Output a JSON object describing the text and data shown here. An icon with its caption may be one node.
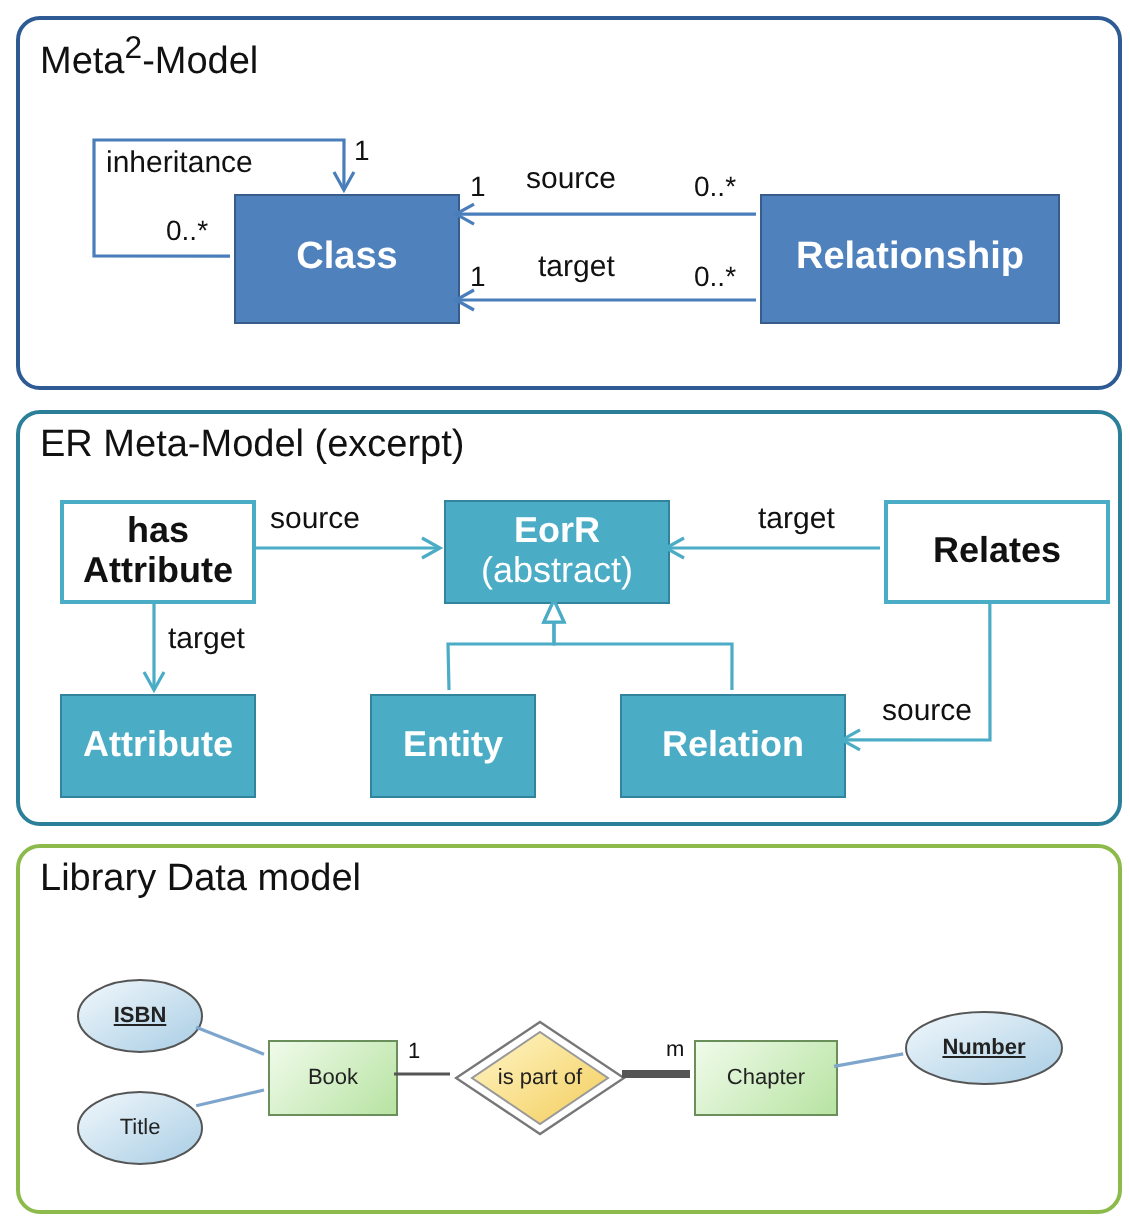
{
  "diagram": {
    "nodes": [
      {
        "text": [
          "Meta$^{2}$-Model"
        ]
      },
      {
        "text": [
          "Class"
        ],
        "in": 0
      },
      {
        "text": [
          "Relationship"
        ],
        "in": 0
      },
      {
        "text": [
          "ER Meta-Model (excerpt)"
        ]
      },
      {
        "text": [
          "has Attribute"
        ],
        "in": 3
      },
      {
        "text": [
          "EorR",
          "(abstract)"
        ],
        "in": 3
      },
      {
        "text": [
          "Relates"
        ],
        "in": 3
      },
      {
        "text": [
          "Attribute"
        ],
        "in": 3
      },
      {
        "text": [
          "Entity"
        ],
        "in": 3
      },
      {
        "text": [
          "Relation"
        ],
        "in": 3
      },
      {
        "text": [
          "Library Data model"
        ]
      },
      {
        "text": [
          "ISBN"
        ],
        "in": 10
      },
      {
        "text": [
          "Title"
        ],
        "in": 10
      },
      {
        "text": [
          "Book"
        ],
        "in": 10
      },
      {
        "text": [
          "is part of"
        ],
        "in": 10
      },
      {
        "text": [
          "Chapter"
        ],
        "in": 10
      },
      {
        "text": [
          "Number"
        ],
        "in": 10
      }
    ],
    "edges": [
      {
        "from": 1,
        "to": 1,
        "arrow": "to",
        "label": "inheritance",
        "color": "#4a7ebb"
      },
      {
        "from": 2,
        "to": 1,
        "arrow": "to",
        "label": "source",
        "color": "#4a7ebb"
      },
      {
        "from": 2,
        "to": 1,
        "arrow": "to",
        "label": "target",
        "color": "#4a7ebb"
      },
      {
        "from": 4,
        "to": 5,
        "arrow": "to",
        "label": "source"
      },
      {
        "from": 6,
        "to": 5,
        "arrow": "to",
        "label": "target"
      },
      {
        "from": 4,
        "to": 7,
        "arrow": "to",
        "label": "target"
      },
      {
        "from": 8,
        "to": 5,
        "arrow": "to"
      },
      {
        "from": 9,
        "to": 5,
        "arrow": "to"
      },
      {
        "from": 6,
        "to": 9,
        "arrow": "to",
        "label": "source"
      },
      {
        "from": 11,
        "to": 13,
        "arrow": "none",
        "color": "#7ea6cc"
      },
      {
        "from": 12,
        "to": 13,
        "arrow": "none",
        "color": "#7ea6cc"
      },
      {
        "from": 13,
        "to": 14,
        "arrow": "none",
        "label": "1",
        "color": "#555555"
      },
      {
        "from": 14,
        "to": 15,
        "arrow": "none",
        "label": "m",
        "style": "thick",
        "color": "#555555"
      },
      {
        "from": 15,
        "to": 16,
        "arrow": "none",
        "color": "#7ea6cc"
      }
    ],
    "labels": [
      "1",
      "1",
      "0..*",
      "0..*",
      "1",
      "0..*"
    ]
  }
}
